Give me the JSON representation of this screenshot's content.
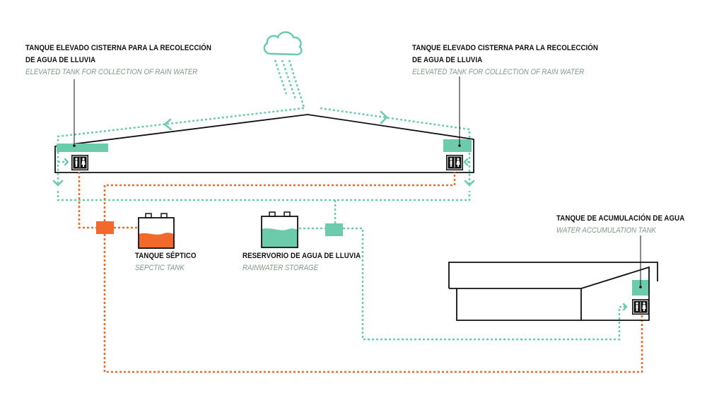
{
  "colors": {
    "rain": "#6ccbab",
    "waste": "#f26a2b",
    "line": "#111111",
    "english_text": "#7f9a86"
  },
  "labels": {
    "left_tank": {
      "es_line1": "TANQUE ELEVADO CISTERNA PARA LA RECOLECCIÓN",
      "es_line2": "DE AGUA DE LLUVIA",
      "en": "ELEVATED TANK FOR COLLECTION OF RAIN WATER"
    },
    "right_tank": {
      "es_line1": "TANQUE ELEVADO CISTERNA PARA LA RECOLECCIÓN",
      "es_line2": "DE AGUA DE LLUVIA",
      "en": "ELEVATED TANK FOR COLLECTION OF RAIN WATER"
    },
    "septic": {
      "es": "TANQUE SÉPTICO",
      "en": "SEPCTIC TANK"
    },
    "storage": {
      "es": "RESERVORIO DE AGUA DE LLUVIA",
      "en": "RAINWATER STORAGE"
    },
    "accumulation": {
      "es": "TANQUE DE ACUMULACIÓN DE AGUA",
      "en": "WATER ACCUMULATION TANK"
    }
  },
  "icons": [
    "cloud-icon",
    "restroom-icon",
    "arrow-icon"
  ]
}
